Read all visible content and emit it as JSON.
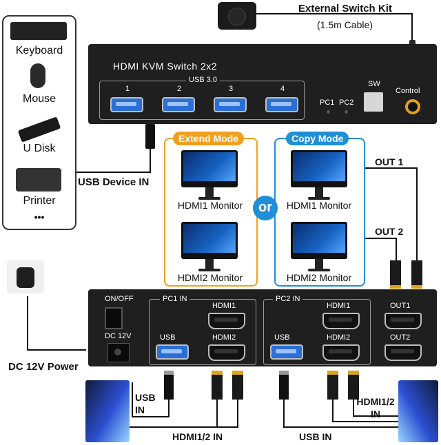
{
  "switch_kit": {
    "title": "External Switch Kit",
    "subtitle": "(1.5m Cable)"
  },
  "devices": {
    "items": [
      "Keyboard",
      "Mouse",
      "U Disk",
      "Printer"
    ],
    "more": "•••"
  },
  "usb_device_in": "USB Device IN",
  "kvm_front": {
    "title": "HDMI KVM Switch 2x2",
    "usb_label": "USB 3.0",
    "ports": [
      "1",
      "2",
      "3",
      "4"
    ],
    "pc1": "PC1",
    "pc2": "PC2",
    "sw": "SW",
    "control": "Control"
  },
  "modes": {
    "extend": "Extend Mode",
    "copy": "Copy Mode",
    "or": "or",
    "monitor1": "HDMI1 Monitor",
    "monitor2": "HDMI2 Monitor"
  },
  "outputs": {
    "out1": "OUT 1",
    "out2": "OUT 2"
  },
  "kvm_back": {
    "on_off": "ON/OFF",
    "dc": "DC 12V",
    "pc1_in": "PC1 IN",
    "pc2_in": "PC2 IN",
    "hdmi1": "HDMI1",
    "hdmi2": "HDMI2",
    "usb": "USB",
    "out1": "OUT1",
    "out2": "OUT2"
  },
  "power": "DC 12V Power",
  "bottom": {
    "usb_in_left": "USB IN",
    "hdmi_in_left": "HDMI1/2 IN",
    "usb_in_right": "USB IN",
    "hdmi_in_right": "HDMI1/2 IN"
  },
  "colors": {
    "extend": "#f0a020",
    "copy": "#1f8fd6",
    "usb_port": "#2b6fd6"
  }
}
